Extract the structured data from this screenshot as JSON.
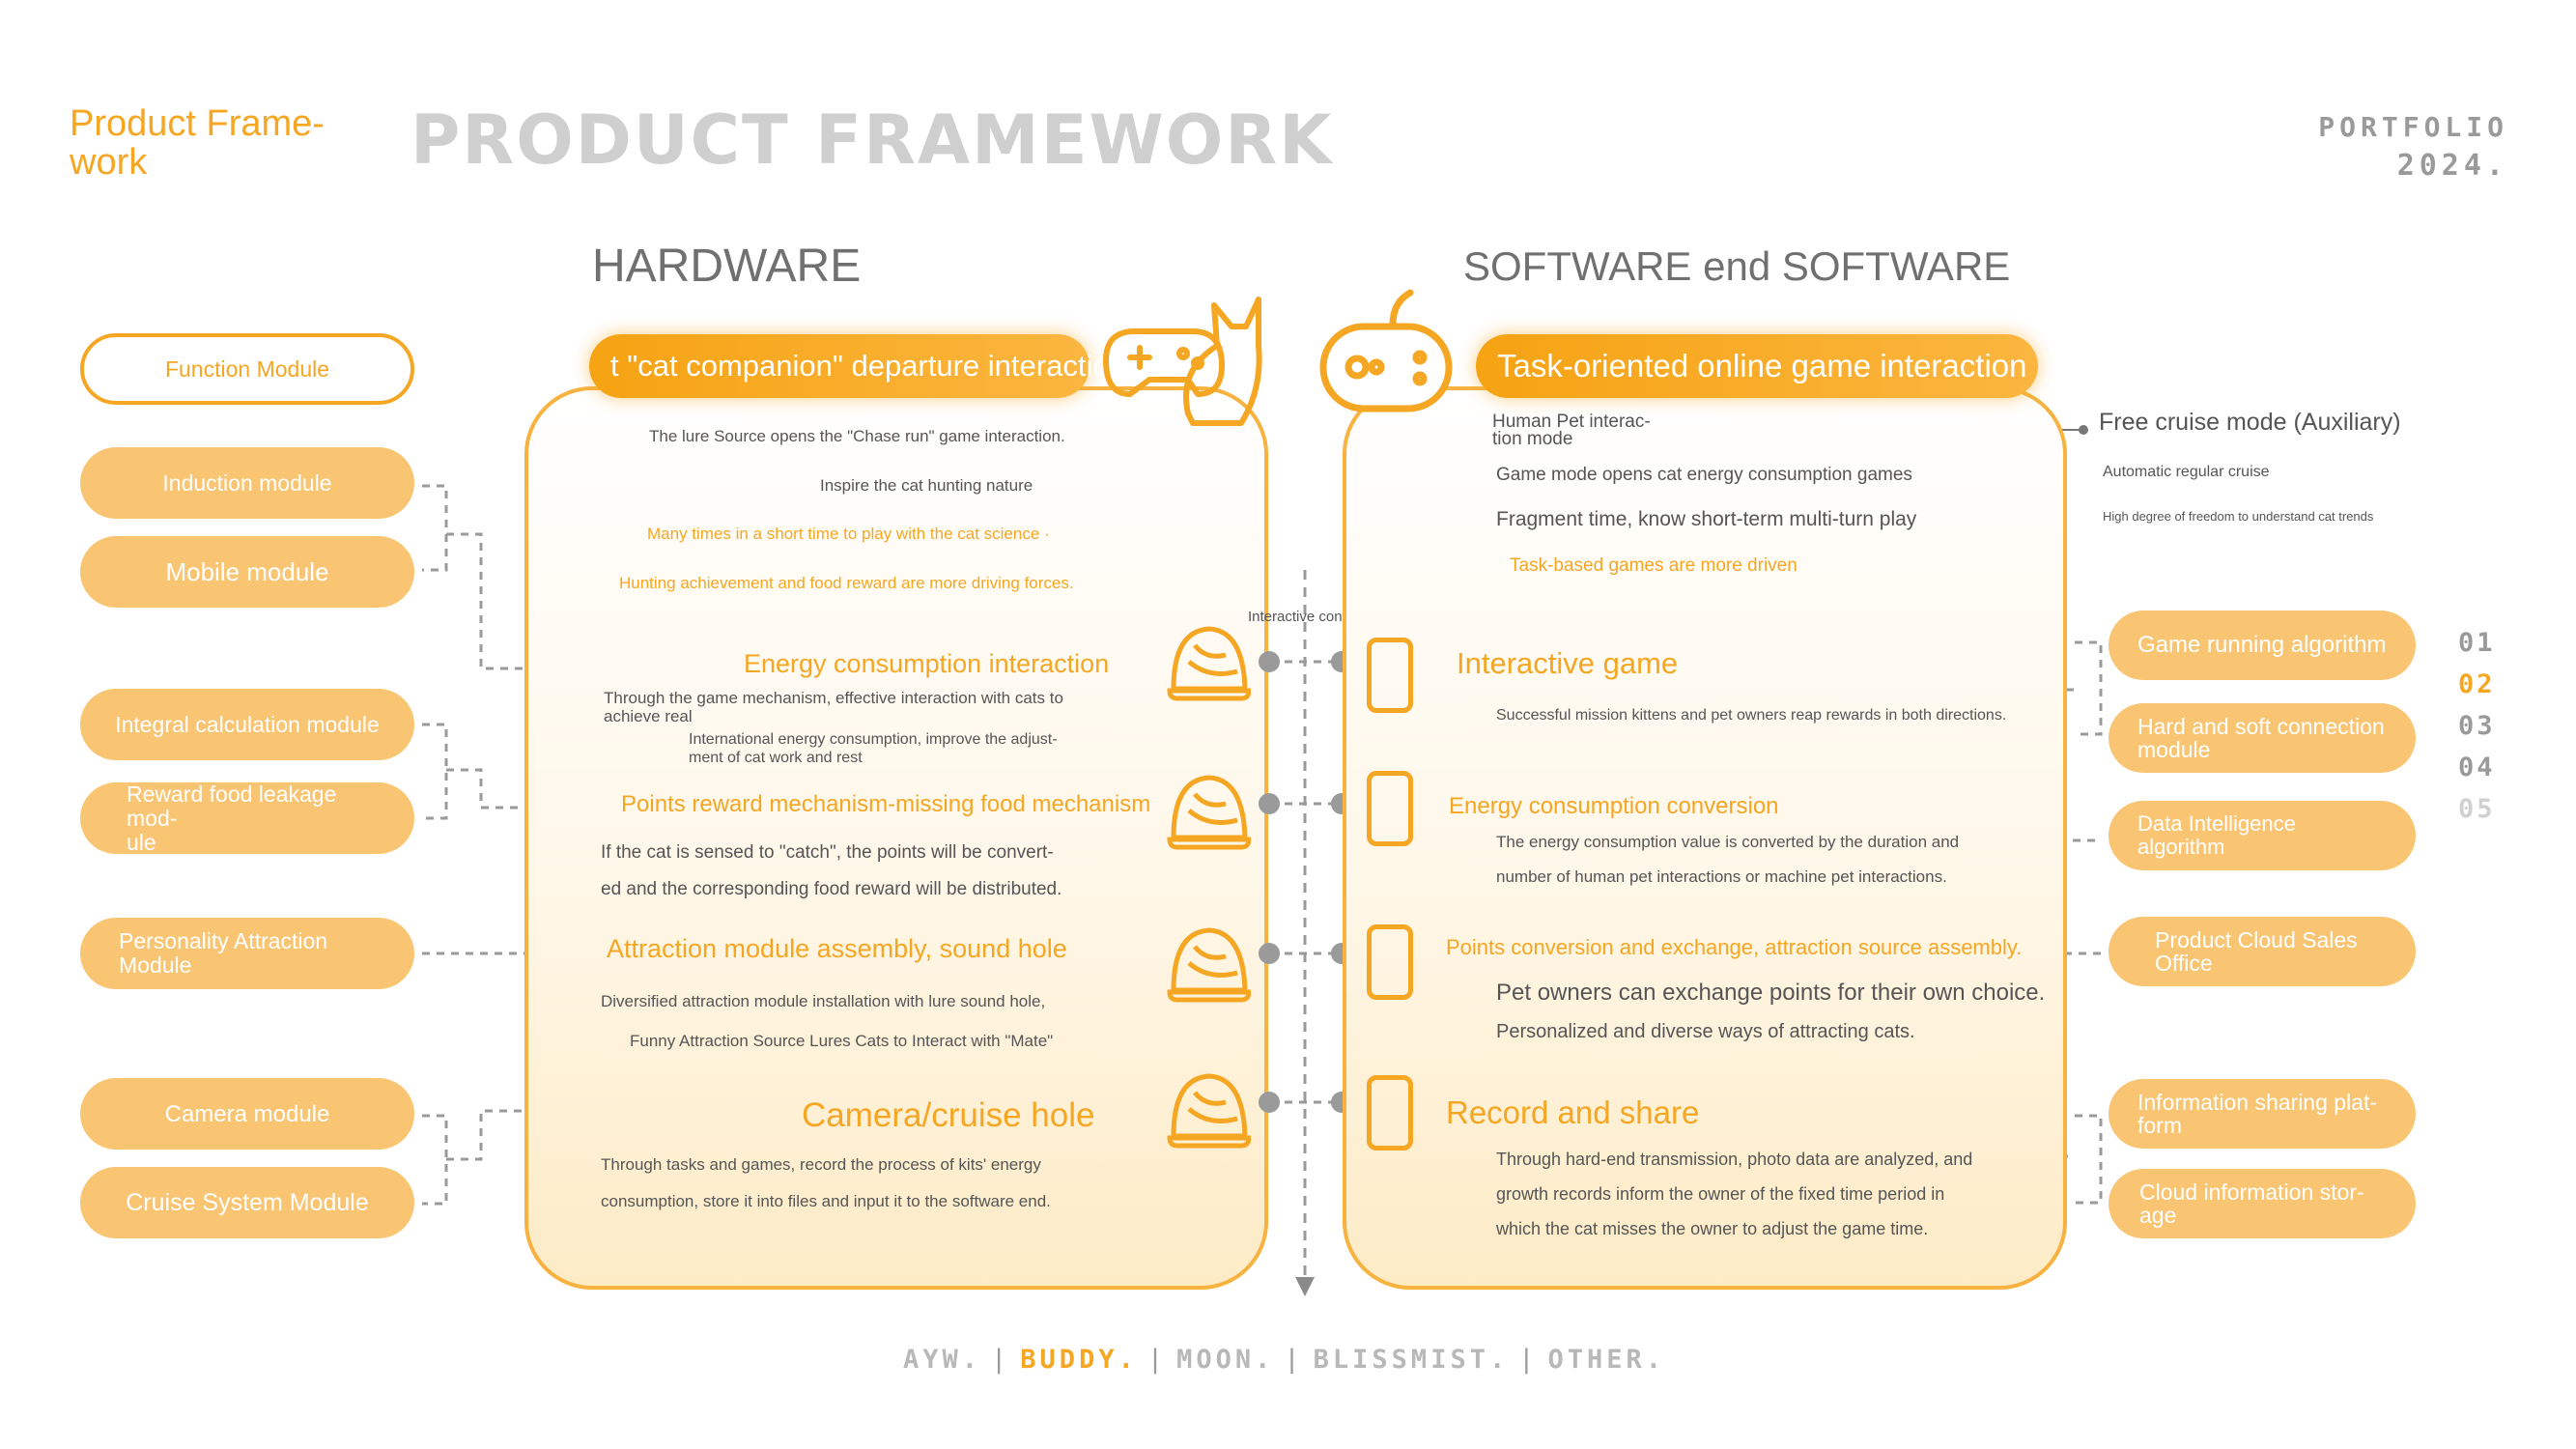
{
  "header": {
    "left_title": "Product Frame-\nwork",
    "big_title": "PRODUCT FRAMEWORK",
    "portfolio": "PORTFOLIO",
    "year": "2024."
  },
  "sections": {
    "hardware": "HARDWARE",
    "software": "SOFTWARE end SOFTWARE"
  },
  "left_modules": [
    "Function Module",
    "Induction module",
    "Mobile module",
    "Integral calculation module",
    "Reward food leakage mod-\nule",
    "Personality Attraction\nModule",
    "Camera module",
    "Cruise System Module"
  ],
  "hardware_panel": {
    "banner": "t \"cat companion\" departure interaction",
    "intro": [
      "The lure Source opens the \"Chase run\" game interaction.",
      "Inspire the cat hunting nature",
      "Many times in a short time to play with the cat science ·",
      "Hunting achievement and food reward are more driving forces."
    ],
    "blocks": [
      {
        "title": "Energy consumption interaction",
        "desc1": "Through the game mechanism, effective interaction with cats to\nachieve real",
        "desc2": "International energy consumption, improve the adjust-\nment of cat work and rest"
      },
      {
        "title": "Points reward mechanism-missing food mechanism",
        "desc1": "If the cat is sensed to \"catch\", the points will be convert-",
        "desc2": "ed and the corresponding food reward will be distributed."
      },
      {
        "title": "Attraction module assembly, sound hole",
        "desc1": "Diversified attraction module installation with lure sound hole,",
        "desc2": "Funny Attraction Source Lures Cats to Interact with \"Mate\""
      },
      {
        "title": "Camera/cruise hole",
        "desc1": "Through tasks and games, record the process of kits' energy",
        "desc2": "consumption, store it into files and input it to the software end."
      }
    ]
  },
  "center_label": "Interactive contact",
  "software_panel": {
    "banner": "Task-oriented online game interaction",
    "mode_label": "Human Pet interac-\ntion mode",
    "intro": [
      "Game mode opens cat energy consumption games",
      "Fragment time, know short-term multi-turn play",
      "Task-based games are more driven"
    ],
    "blocks": [
      {
        "title": "Interactive game",
        "desc1": "Successful mission kittens and pet owners reap rewards in both directions.",
        "desc2": ""
      },
      {
        "title": "Energy consumption conversion",
        "desc1": "The energy consumption value is converted by the duration and",
        "desc2": "number of human pet interactions or machine pet interactions."
      },
      {
        "title": "Points conversion and exchange, attraction source assembly.",
        "desc1": "Pet owners can exchange points for their own choice.",
        "desc2": "Personalized and diverse ways of attracting cats."
      },
      {
        "title": "Record and share",
        "desc1": "Through hard-end transmission, photo data are analyzed, and",
        "desc2": "growth records inform the owner of the fixed time period in",
        "desc3": "which the cat misses the owner to adjust the game time."
      }
    ]
  },
  "free_cruise": {
    "title": "Free cruise mode (Auxiliary)",
    "item1": "Automatic regular cruise",
    "item2": "High degree of freedom to understand cat trends"
  },
  "right_modules": [
    "Game running algorithm",
    "Hard and soft connection\nmodule",
    "Data Intelligence algorithm",
    "Product Cloud Sales\nOffice",
    "Information sharing plat-\nform",
    "Cloud information stor-\nage"
  ],
  "page_numbers": [
    "01",
    "02",
    "03",
    "04",
    "05"
  ],
  "active_page": "02",
  "footer": [
    "AYW.",
    "BUDDY.",
    "MOON.",
    "BLISSMIST.",
    "OTHER."
  ],
  "colors": {
    "accent": "#f5a623",
    "pill": "#fac572",
    "gray": "#9a9a9a"
  }
}
